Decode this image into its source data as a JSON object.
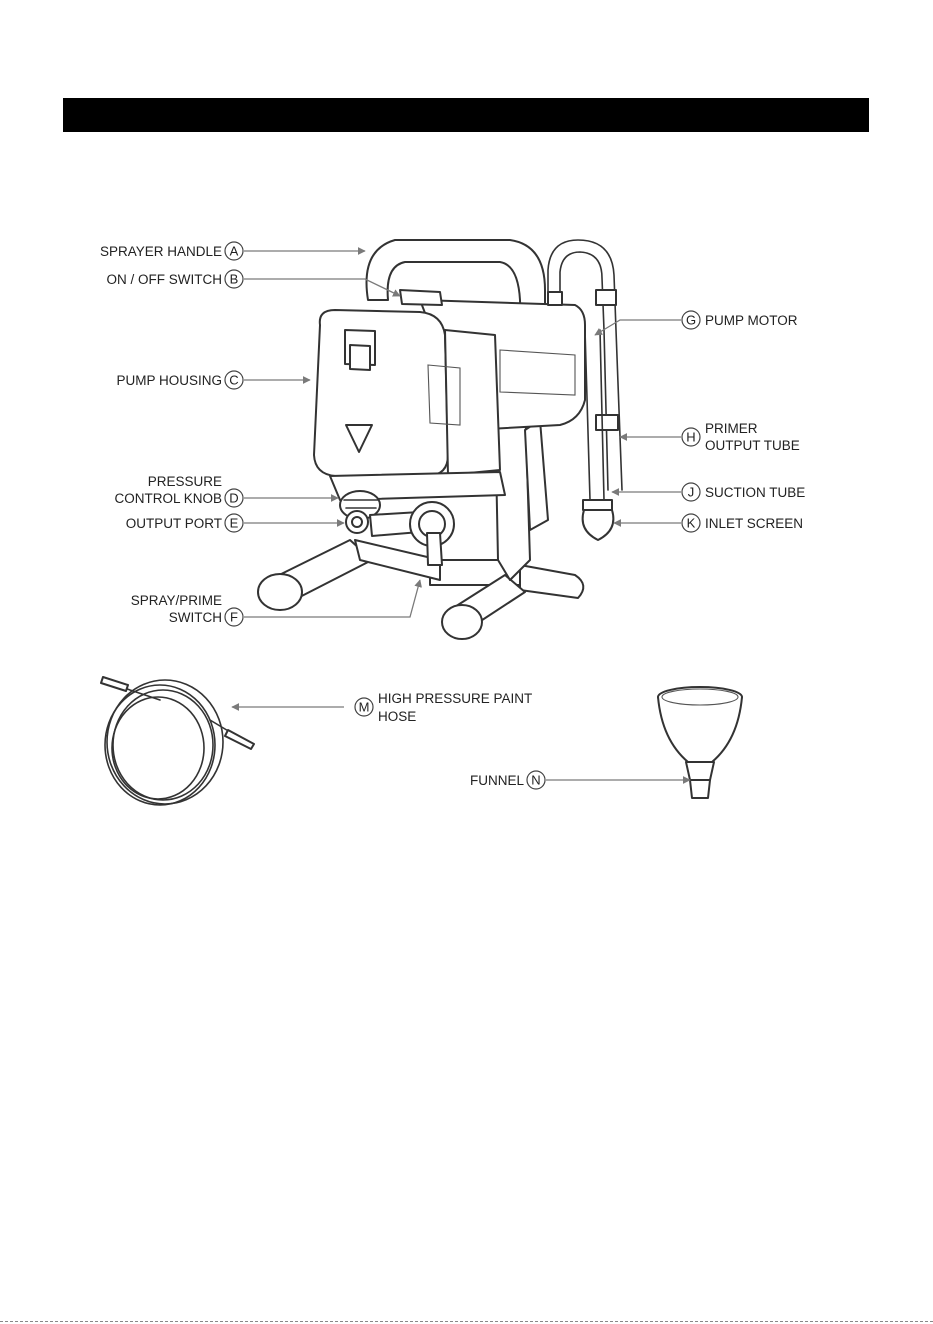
{
  "callouts": [
    {
      "letter": "A",
      "lines": [
        "SPRAYER HANDLE"
      ]
    },
    {
      "letter": "B",
      "lines": [
        "ON / OFF SWITCH"
      ]
    },
    {
      "letter": "C",
      "lines": [
        "PUMP HOUSING"
      ]
    },
    {
      "letter": "D",
      "lines": [
        "PRESSURE",
        "CONTROL KNOB"
      ]
    },
    {
      "letter": "E",
      "lines": [
        "OUTPUT PORT"
      ]
    },
    {
      "letter": "F",
      "lines": [
        "SPRAY/PRIME",
        "SWITCH"
      ]
    },
    {
      "letter": "G",
      "lines": [
        "PUMP MOTOR"
      ]
    },
    {
      "letter": "H",
      "lines": [
        "PRIMER",
        "OUTPUT TUBE"
      ]
    },
    {
      "letter": "J",
      "lines": [
        "SUCTION TUBE"
      ]
    },
    {
      "letter": "K",
      "lines": [
        "INLET SCREEN"
      ]
    },
    {
      "letter": "M",
      "lines": [
        "HIGH PRESSURE PAINT",
        "HOSE"
      ]
    },
    {
      "letter": "N",
      "lines": [
        "FUNNEL"
      ]
    }
  ]
}
